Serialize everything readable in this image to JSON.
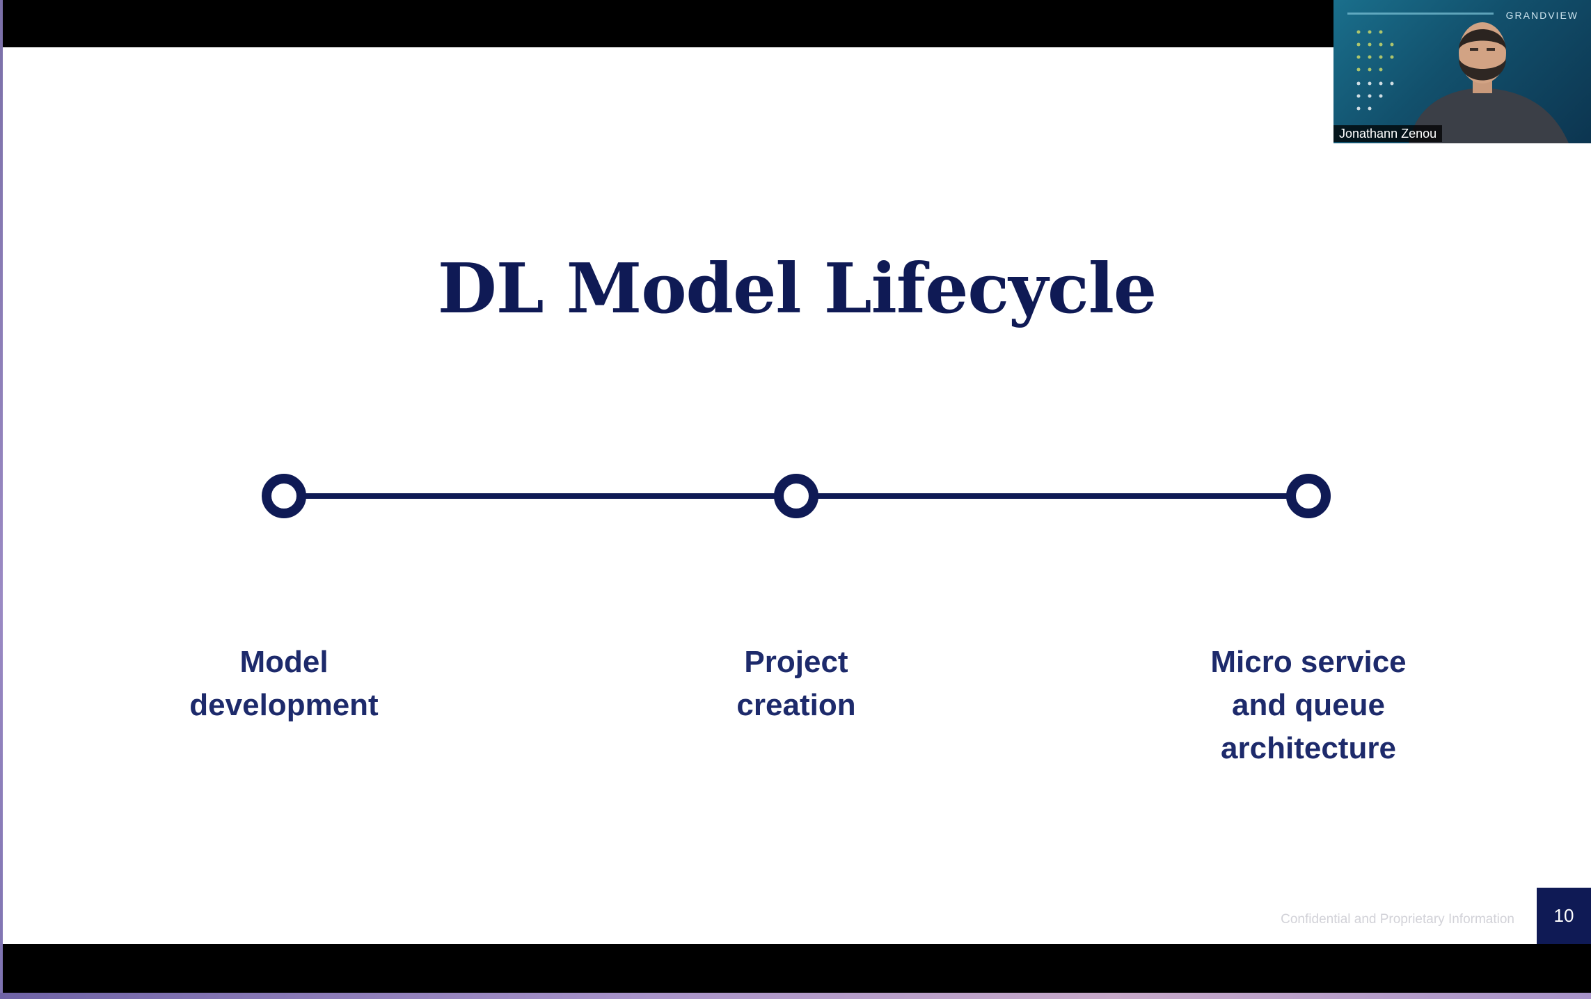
{
  "slide": {
    "title": "DL Model Lifecycle",
    "steps": [
      {
        "line1": "Model",
        "line2": "development",
        "line3": ""
      },
      {
        "line1": "Project",
        "line2": "creation",
        "line3": ""
      },
      {
        "line1": "Micro service",
        "line2": "and queue",
        "line3": "architecture"
      }
    ],
    "footer_note": "Confidential and Proprietary Information",
    "page_number": "10",
    "colors": {
      "accent": "#0f1a55",
      "text": "#1d2a6b",
      "background": "#ffffff"
    }
  },
  "video_tile": {
    "participant_name": "Jonathann Zenou",
    "brand_text": "GRANDVIEW"
  }
}
